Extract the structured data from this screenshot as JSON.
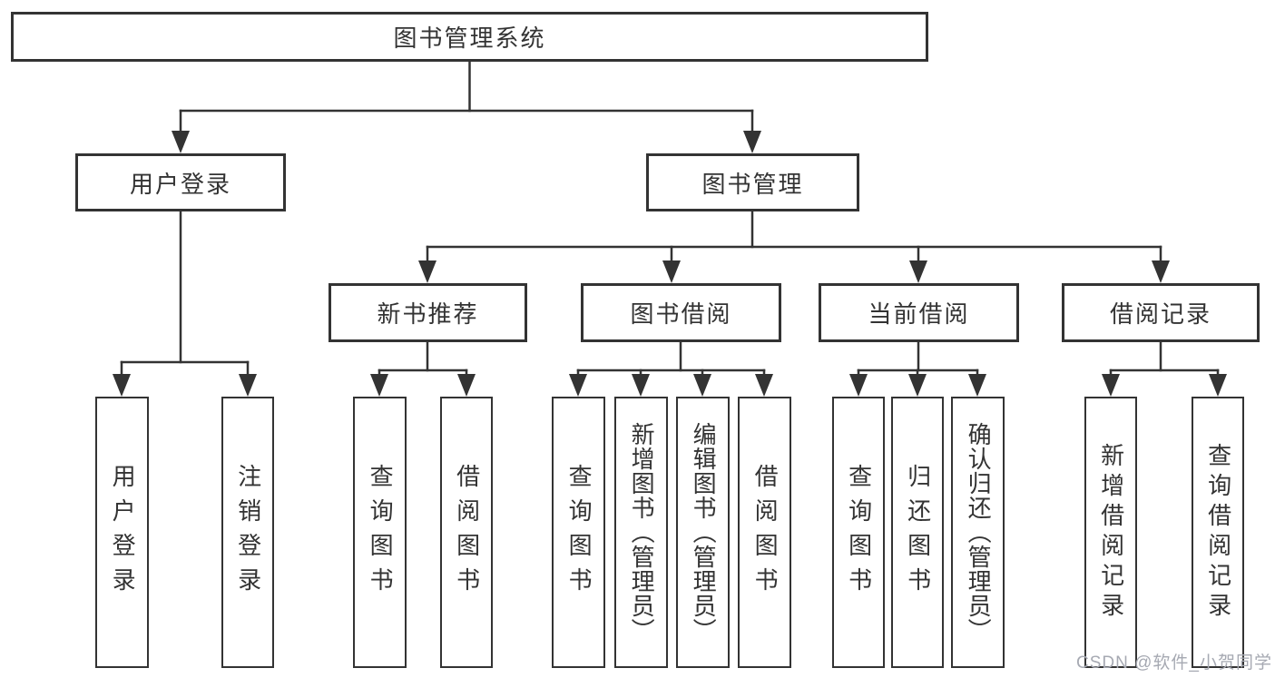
{
  "tree": {
    "root": "图书管理系统",
    "level1": [
      "用户登录",
      "图书管理"
    ],
    "level2": [
      "新书推荐",
      "图书借阅",
      "当前借阅",
      "借阅记录"
    ],
    "leaves": {
      "user_login": [
        "用户登录",
        "注销登录"
      ],
      "new_book": [
        "查询图书",
        "借阅图书"
      ],
      "book_borrow": [
        "查询图书",
        "新增图书（管理员）",
        "编辑图书（管理员）",
        "借阅图书"
      ],
      "current_borrow": [
        "查询图书",
        "归还图书",
        "确认归还（管理员）"
      ],
      "borrow_record": [
        "新增借阅记录",
        "查询借阅记录"
      ]
    }
  },
  "watermark": "CSDN @软件_小贺同学",
  "colors": {
    "line": "#333333",
    "text": "#333333",
    "box_background": "#ffffff",
    "watermark": "#a6a9b2"
  }
}
